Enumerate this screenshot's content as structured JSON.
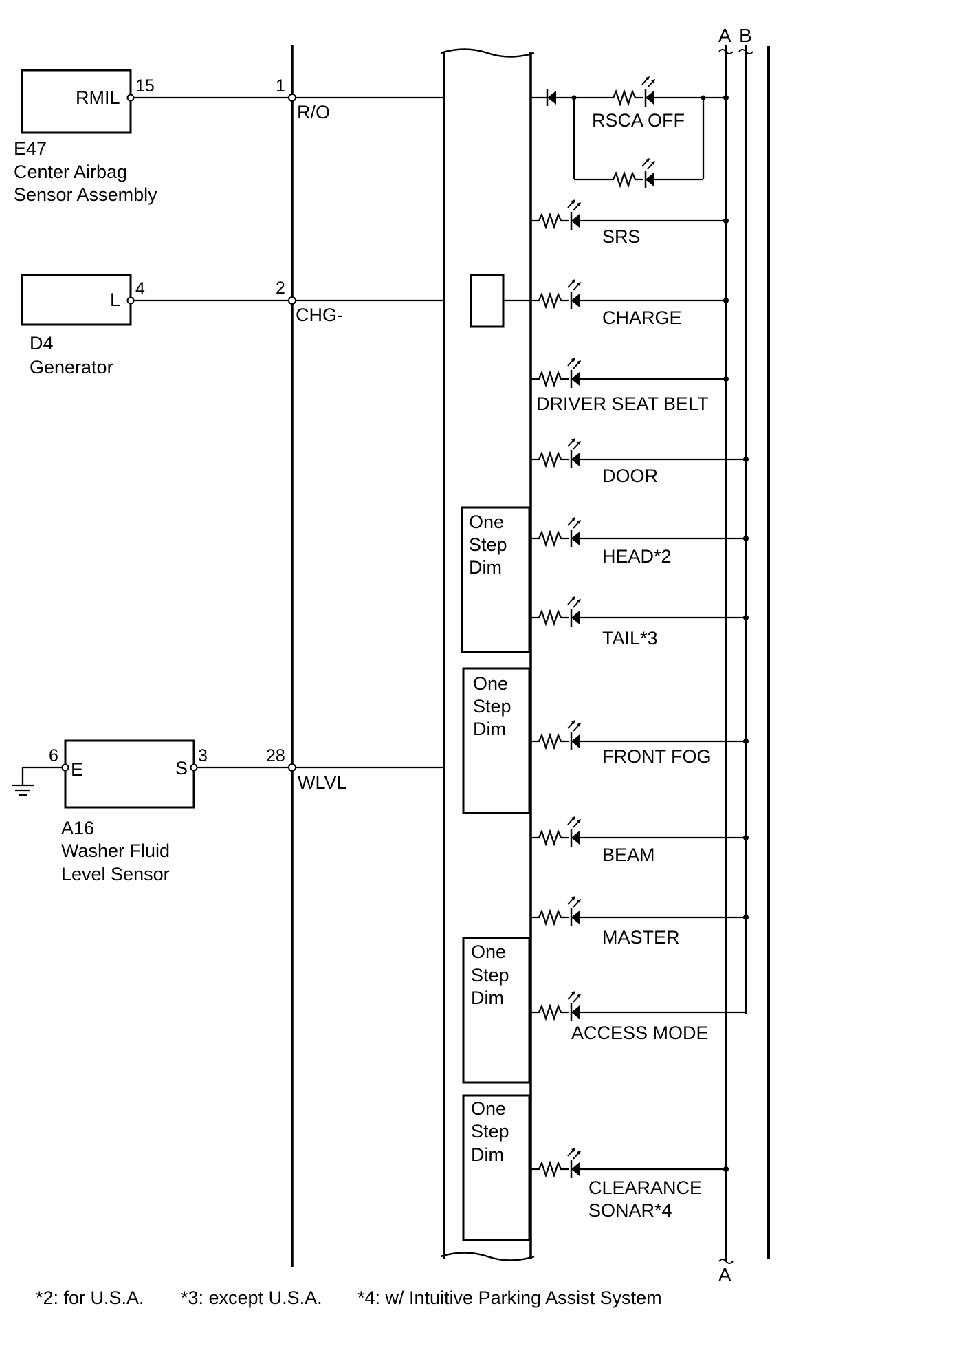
{
  "bus_labels": {
    "a_top": "A",
    "b_top": "B",
    "a_bottom": "A"
  },
  "components": {
    "e47": {
      "terminal": "RMIL",
      "pin": "15",
      "code": "E47",
      "name_line1": "Center Airbag",
      "name_line2": "Sensor Assembly"
    },
    "d4": {
      "terminal": "L",
      "pin": "4",
      "code": "D4",
      "name_line1": "Generator"
    },
    "a16": {
      "terminal_e": "E",
      "terminal_s": "S",
      "pin_e": "6",
      "pin_s": "3",
      "code": "A16",
      "name_line1": "Washer Fluid",
      "name_line2": "Level Sensor"
    }
  },
  "connector": {
    "pins": [
      {
        "number": "1",
        "signal": "R/O"
      },
      {
        "number": "2",
        "signal": "CHG-"
      },
      {
        "number": "28",
        "signal": "WLVL"
      }
    ]
  },
  "dim_blocks": [
    {
      "l1": "One",
      "l2": "Step",
      "l3": "Dim"
    },
    {
      "l1": "One",
      "l2": "Step",
      "l3": "Dim"
    },
    {
      "l1": "One",
      "l2": "Step",
      "l3": "Dim"
    },
    {
      "l1": "One",
      "l2": "Step",
      "l3": "Dim"
    }
  ],
  "indicators": [
    {
      "label": "RSCA OFF"
    },
    {
      "label": "SRS"
    },
    {
      "label": "CHARGE"
    },
    {
      "label": "DRIVER SEAT BELT"
    },
    {
      "label": "DOOR"
    },
    {
      "label": "HEAD*2"
    },
    {
      "label": "TAIL*3"
    },
    {
      "label": "FRONT FOG"
    },
    {
      "label": "BEAM"
    },
    {
      "label": "MASTER"
    },
    {
      "label": "ACCESS MODE"
    },
    {
      "label": "CLEARANCE",
      "label2": "SONAR*4"
    }
  ],
  "footnotes": {
    "n2": "*2: for U.S.A.",
    "n3": "*3: except U.S.A.",
    "n4": "*4: w/ Intuitive Parking Assist System"
  }
}
